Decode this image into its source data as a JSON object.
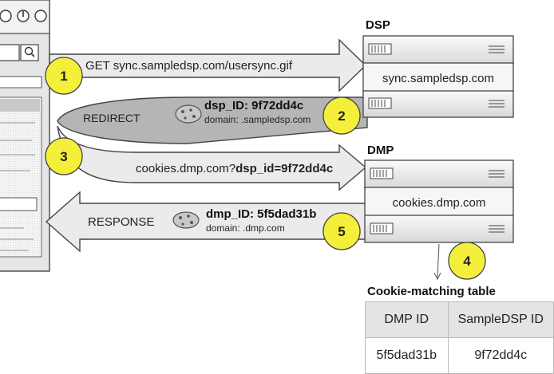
{
  "dsp": {
    "heading": "DSP",
    "server_label": "sync.sampledsp.com"
  },
  "dmp": {
    "heading": "DMP",
    "server_label": "cookies.dmp.com"
  },
  "steps": [
    {
      "number": "1",
      "arrow_text": "GET sync.sampledsp.com/usersync.gif"
    },
    {
      "number": "2",
      "arrow_text": "REDIRECT",
      "cookie_id": "dsp_ID: 9f72dd4c",
      "cookie_domain": "domain: .sampledsp.com"
    },
    {
      "number": "3",
      "arrow_text_prefix": "cookies.dmp.com?",
      "arrow_text_bold": "dsp_id=9f72dd4c"
    },
    {
      "number": "4"
    },
    {
      "number": "5",
      "arrow_text": "RESPONSE",
      "cookie_id": "dmp_ID: 5f5dad31b",
      "cookie_domain": "domain: .dmp.com"
    }
  ],
  "table": {
    "title": "Cookie-matching table",
    "headers": [
      "DMP ID",
      "SampleDSP ID"
    ],
    "rows": [
      [
        "5f5dad31b",
        "9f72dd4c"
      ]
    ]
  },
  "colors": {
    "step_badge": "#f4ef3a",
    "arrow_fill": "#ebebeb",
    "redirect_fill": "#b5b5b5",
    "table_header": "#e4e4e4"
  },
  "icons": [
    "search-icon",
    "cookie-icon",
    "server-icon"
  ]
}
